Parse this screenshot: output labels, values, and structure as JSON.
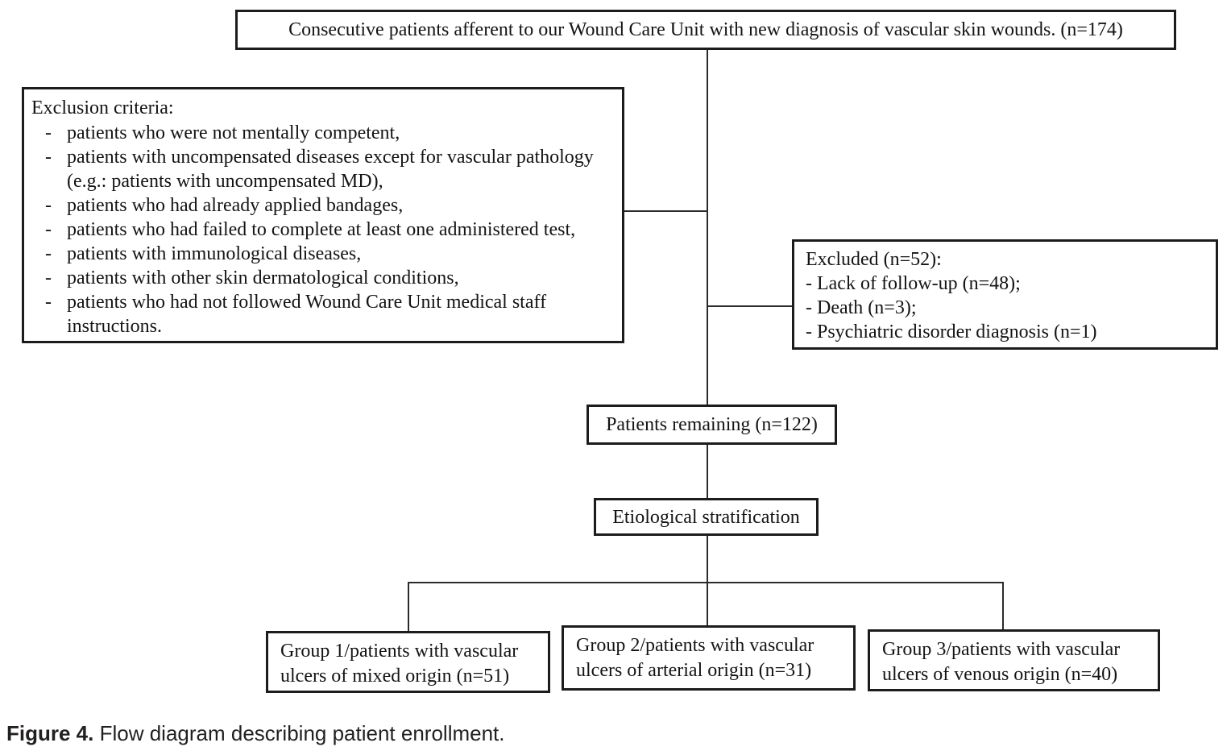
{
  "diagram": {
    "top_box": "Consecutive patients afferent to our Wound Care Unit with new diagnosis of vascular skin wounds. (n=174)",
    "exclusion_box": {
      "title": "Exclusion criteria:",
      "bullet": "-",
      "items": [
        "patients who were not mentally competent,",
        "patients with uncompensated diseases except for vascular pathology (e.g.: patients with uncompensated MD),",
        "patients who had already applied bandages,",
        "patients who had failed to complete at least one administered test,",
        "patients with immunological diseases,",
        "patients with other skin dermatological conditions,",
        "patients who had not followed Wound Care Unit medical staff instructions."
      ]
    },
    "excluded_box": {
      "title": "Excluded (n=52):",
      "items": [
        "- Lack of follow-up (n=48);",
        "- Death (n=3);",
        "- Psychiatric disorder diagnosis (n=1)"
      ]
    },
    "remaining_box": "Patients remaining (n=122)",
    "stratification_box": "Etiological stratification",
    "group_boxes": [
      "Group 1/patients with vascular ulcers of mixed origin (n=51)",
      "Group 2/patients with vascular ulcers of arterial origin (n=31)",
      "Group 3/patients with vascular ulcers of venous origin (n=40)"
    ]
  },
  "caption": {
    "label": "Figure 4.",
    "text": " Flow diagram describing patient enrollment."
  },
  "colors": {
    "box_border": "#1c1c1c",
    "line": "#2b2b2b",
    "text": "#141414",
    "caption_text": "#231f20",
    "background": "#ffffff"
  }
}
